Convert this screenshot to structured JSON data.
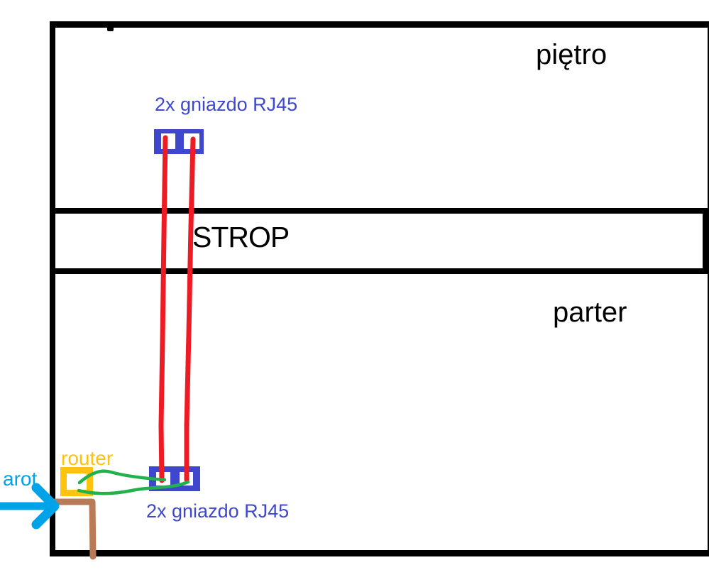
{
  "diagram": {
    "title_none": "",
    "floors": {
      "upper": "piętro",
      "lower": "parter",
      "ceiling": "STROP"
    },
    "upper_socket": {
      "label": "2x gniazdo RJ45",
      "ports": 2
    },
    "lower_socket": {
      "label": "2x gniazdo RJ45",
      "ports": 2
    },
    "router": {
      "label": "router"
    },
    "conduit": {
      "label": "arot"
    },
    "cables": {
      "riser_red_count": 2,
      "patch_green_count": 2
    }
  },
  "colors": {
    "wall_black": "#000000",
    "socket_blue": "#3F48CC",
    "label_blue": "#3F48CC",
    "cable_red": "#ED1C24",
    "wire_green": "#22B14C",
    "router_gold": "#FFC20E",
    "arrow_cyan": "#00A2E8",
    "conduit_brown": "#B97A57",
    "background": "#FFFFFF"
  }
}
